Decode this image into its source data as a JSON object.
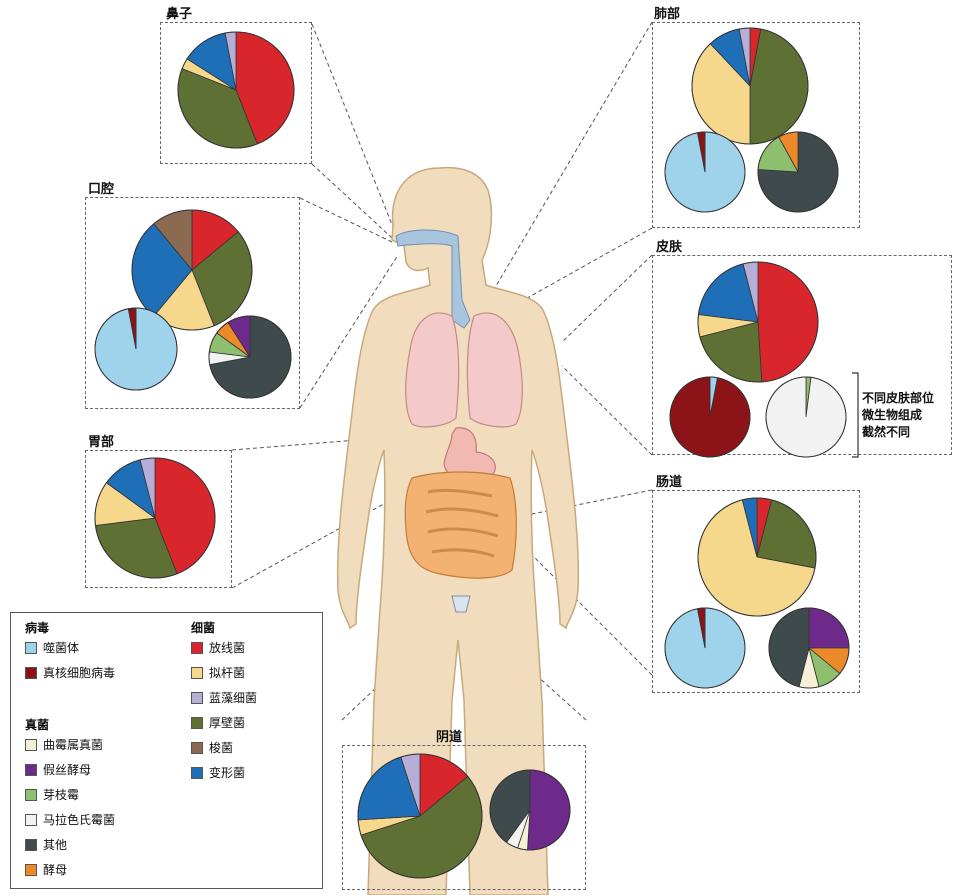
{
  "regions": {
    "nose": "鼻子",
    "lung": "肺部",
    "mouth": "口腔",
    "skin": "皮肤",
    "stomach": "胃部",
    "gut": "肠道",
    "vagina": "阴道"
  },
  "skin_note": [
    "不同皮肤部位",
    "微生物组成",
    "截然不同"
  ],
  "legend": {
    "virus_title": "病毒",
    "virus": [
      {
        "label": "噬菌体",
        "color": "#9fd3ec"
      },
      {
        "label": "真核细胞病毒",
        "color": "#8c1418"
      }
    ],
    "fungi_title": "真菌",
    "fungi": [
      {
        "label": "曲霉属真菌",
        "color": "#f6f1d6"
      },
      {
        "label": "假丝酵母",
        "color": "#6e2a8a"
      },
      {
        "label": "芽枝霉",
        "color": "#8dbf6e"
      },
      {
        "label": "马拉色氏霉菌",
        "color": "#f2f2f2"
      },
      {
        "label": "其他",
        "color": "#3f4a4c"
      },
      {
        "label": "酵母",
        "color": "#ec8a2a"
      }
    ],
    "bacteria_title": "细菌",
    "bacteria": [
      {
        "label": "放线菌",
        "color": "#d8262c"
      },
      {
        "label": "拟杆菌",
        "color": "#f6d88c"
      },
      {
        "label": "蓝藻细菌",
        "color": "#b7aed8"
      },
      {
        "label": "厚壁菌",
        "color": "#5e7034"
      },
      {
        "label": "梭菌",
        "color": "#8c6a52"
      },
      {
        "label": "变形菌",
        "color": "#1f6fb8"
      }
    ]
  },
  "chart_data": [
    {
      "type": "pie",
      "region": "鼻子",
      "series": "细菌",
      "labels": [
        "放线菌",
        "厚壁菌",
        "拟杆菌",
        "变形菌",
        "蓝藻细菌"
      ],
      "values": [
        44,
        37,
        3,
        13,
        3
      ]
    },
    {
      "type": "pie",
      "region": "肺部",
      "series": "细菌",
      "labels": [
        "放线菌",
        "厚壁菌",
        "拟杆菌",
        "变形菌",
        "蓝藻细菌"
      ],
      "values": [
        3,
        47,
        38,
        9,
        3
      ]
    },
    {
      "type": "pie",
      "region": "肺部",
      "series": "病毒",
      "labels": [
        "噬菌体",
        "真核细胞病毒"
      ],
      "values": [
        97,
        3
      ]
    },
    {
      "type": "pie",
      "region": "肺部",
      "series": "真菌",
      "labels": [
        "其他",
        "芽枝霉",
        "酵母"
      ],
      "values": [
        76,
        16,
        8
      ]
    },
    {
      "type": "pie",
      "region": "口腔",
      "series": "细菌",
      "labels": [
        "放线菌",
        "厚壁菌",
        "拟杆菌",
        "变形菌",
        "梭菌"
      ],
      "values": [
        14,
        30,
        17,
        28,
        11
      ]
    },
    {
      "type": "pie",
      "region": "口腔",
      "series": "病毒",
      "labels": [
        "噬菌体",
        "真核细胞病毒"
      ],
      "values": [
        97,
        3
      ]
    },
    {
      "type": "pie",
      "region": "口腔",
      "series": "真菌",
      "labels": [
        "其他",
        "马拉色氏霉菌",
        "芽枝霉",
        "酵母",
        "假丝酵母"
      ],
      "values": [
        72,
        5,
        8,
        6,
        9
      ]
    },
    {
      "type": "pie",
      "region": "皮肤",
      "series": "细菌",
      "labels": [
        "放线菌",
        "厚壁菌",
        "拟杆菌",
        "变形菌",
        "蓝藻细菌"
      ],
      "values": [
        49,
        22,
        6,
        19,
        4
      ]
    },
    {
      "type": "pie",
      "region": "皮肤",
      "series": "病毒",
      "labels": [
        "噬菌体",
        "真核细胞病毒"
      ],
      "values": [
        3,
        97
      ]
    },
    {
      "type": "pie",
      "region": "皮肤",
      "series": "真菌",
      "labels": [
        "芽枝霉",
        "马拉色氏霉菌"
      ],
      "values": [
        2,
        98
      ]
    },
    {
      "type": "pie",
      "region": "胃部",
      "series": "细菌",
      "labels": [
        "放线菌",
        "厚壁菌",
        "拟杆菌",
        "变形菌",
        "蓝藻细菌"
      ],
      "values": [
        44,
        29,
        12,
        11,
        4
      ]
    },
    {
      "type": "pie",
      "region": "肠道",
      "series": "细菌",
      "labels": [
        "放线菌",
        "厚壁菌",
        "拟杆菌",
        "变形菌"
      ],
      "values": [
        4,
        24,
        68,
        4
      ]
    },
    {
      "type": "pie",
      "region": "肠道",
      "series": "病毒",
      "labels": [
        "噬菌体",
        "真核细胞病毒"
      ],
      "values": [
        97,
        3
      ]
    },
    {
      "type": "pie",
      "region": "肠道",
      "series": "真菌",
      "labels": [
        "假丝酵母",
        "酵母",
        "芽枝霉",
        "曲霉属真菌",
        "其他"
      ],
      "values": [
        25,
        11,
        10,
        8,
        46
      ]
    },
    {
      "type": "pie",
      "region": "阴道",
      "series": "细菌",
      "labels": [
        "放线菌",
        "厚壁菌",
        "拟杆菌",
        "变形菌",
        "蓝藻细菌"
      ],
      "values": [
        14,
        56,
        4,
        21,
        5
      ]
    },
    {
      "type": "pie",
      "region": "阴道",
      "series": "真菌",
      "labels": [
        "假丝酵母",
        "曲霉属真菌",
        "马拉色氏霉菌",
        "其他"
      ],
      "values": [
        51,
        4,
        5,
        40
      ]
    }
  ]
}
